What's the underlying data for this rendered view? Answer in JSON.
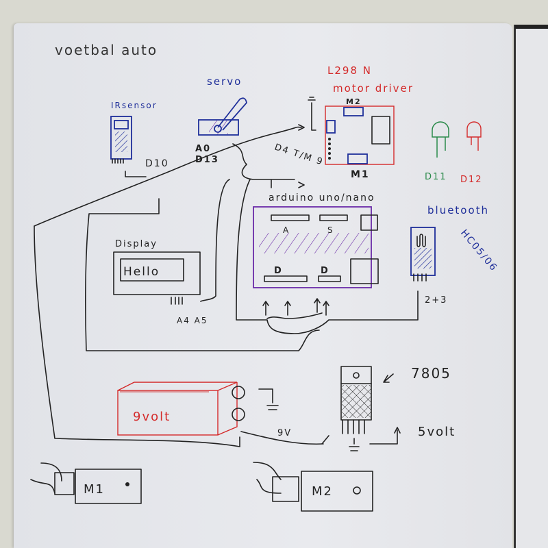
{
  "title": "voetbal auto",
  "servo": {
    "label": "servo",
    "pins": [
      "A0",
      "D13"
    ]
  },
  "ir_sensor": {
    "label": "IRsensor",
    "pin": "D10"
  },
  "motor_driver": {
    "label_line1": "L298 N",
    "label_line2": "motor driver",
    "out_top": "M2",
    "out_bottom": "M1",
    "pins": "D4 T/M 9"
  },
  "leds": [
    {
      "pin": "D11",
      "color": "#2a8a4a"
    },
    {
      "pin": "D12",
      "color": "#d42a2a"
    }
  ],
  "arduino": {
    "label": "arduino uno/nano",
    "headers": [
      "A",
      "S",
      "D",
      "D"
    ]
  },
  "bluetooth": {
    "label": "bluetooth",
    "model": "HC05/06",
    "pins": "2+3"
  },
  "display": {
    "label": "Display",
    "text": "Hello",
    "pins": "A4 A5"
  },
  "battery": {
    "label": "9volt",
    "wire_label": "9V"
  },
  "regulator": {
    "label": "7805",
    "output": "5volt"
  },
  "motors": [
    {
      "label": "M1"
    },
    {
      "label": "M2"
    }
  ],
  "colors": {
    "ink": "#222222",
    "blue": "#1f2f9a",
    "red": "#d42a2a",
    "green": "#2a8a4a",
    "purple": "#6a2aa8"
  }
}
